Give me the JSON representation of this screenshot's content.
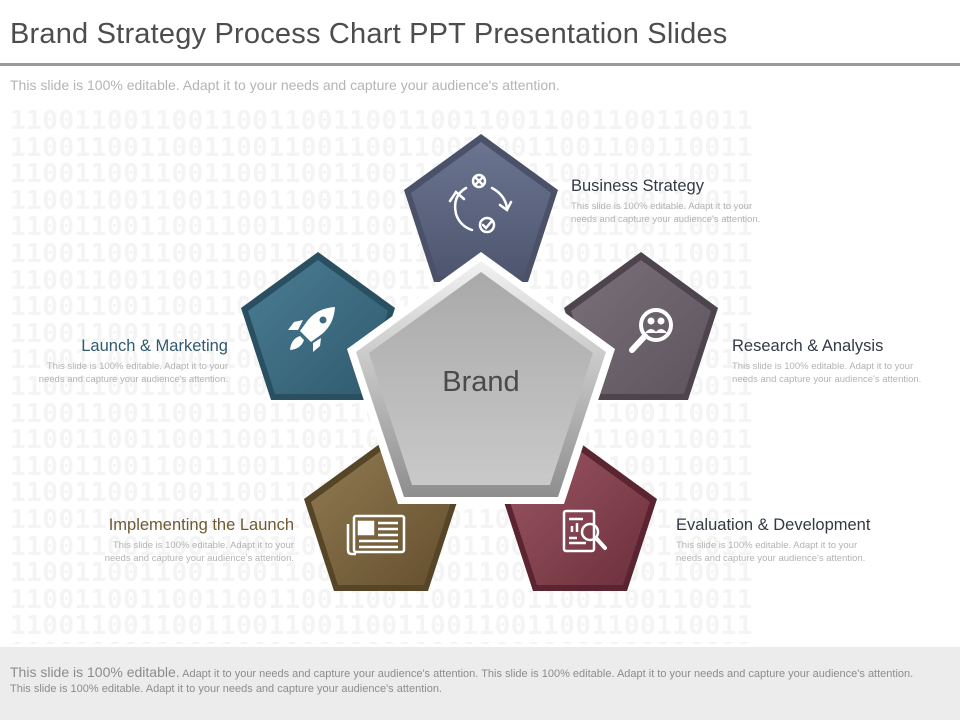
{
  "slide": {
    "title": "Brand Strategy Process Chart PPT Presentation Slides",
    "subtitle": "This slide is 100% editable. Adapt it to your needs and capture your audience's attention.",
    "background_pattern": "1100110011001100110011001100110011001100110011"
  },
  "center": {
    "label": "Brand"
  },
  "steps": [
    {
      "title": "Business Strategy",
      "desc": "This slide is 100% editable. Adapt it to your needs and capture your audience's attention.",
      "icon": "decision-arrows-icon",
      "color": "#5f6780"
    },
    {
      "title": "Research & Analysis",
      "desc": "This slide is 100% editable. Adapt it to your needs and capture your audience's attention.",
      "icon": "magnifier-people-icon",
      "color": "#6e646e"
    },
    {
      "title": "Evaluation & Development",
      "desc": "This slide is 100% editable. Adapt it to your needs and capture your audience's attention.",
      "icon": "report-magnifier-icon",
      "color": "#7e3d49"
    },
    {
      "title": "Implementing the Launch",
      "desc": "This slide is 100% editable. Adapt it to your needs and capture your audience's attention.",
      "icon": "newspaper-icon",
      "color": "#7a6540"
    },
    {
      "title": "Launch & Marketing",
      "desc": "This slide is 100% editable. Adapt it to your needs and capture your audience's attention.",
      "icon": "rocket-icon",
      "color": "#3d6a80"
    }
  ],
  "footer": {
    "lead": "This slide is 100% editable.",
    "text": "Adapt it to your needs and capture your audience's attention. This slide is 100% editable. Adapt it to your needs and capture your audience's attention. This slide is 100% editable. Adapt it to your needs and capture your audience's attention."
  }
}
